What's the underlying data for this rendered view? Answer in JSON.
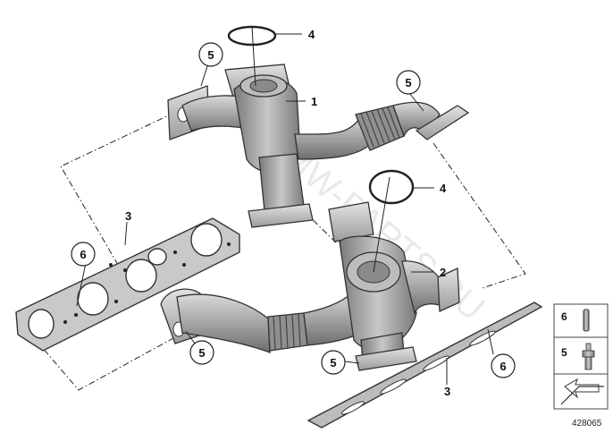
{
  "diagram_number": "428065",
  "watermark": "BMW-PARTS.RU",
  "callouts": {
    "c1": "1",
    "c2": "2",
    "c3a": "3",
    "c3b": "3",
    "c4a": "4",
    "c4b": "4",
    "c5a": "5",
    "c5b": "5",
    "c5c": "5",
    "c5d": "5",
    "c6a": "6",
    "c6b": "6"
  },
  "side_panel": {
    "item_top": "6",
    "item_middle": "5"
  }
}
